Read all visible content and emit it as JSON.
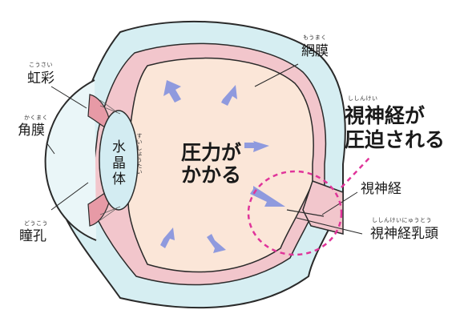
{
  "labels": {
    "iris": "虹彩",
    "iris_ruby": "こうさい",
    "cornea": "角膜",
    "cornea_ruby": "かくまく",
    "pupil": "瞳孔",
    "pupil_ruby": "どうこう",
    "retina": "網膜",
    "retina_ruby": "もうまく",
    "lens_1": "水",
    "lens_2": "晶",
    "lens_3": "体",
    "lens_ruby": "すいしょうたい",
    "optic_nerve": "視神経",
    "optic_disc": "視神経乳頭",
    "optic_disc_ruby": "ししんけいにゅうとう"
  },
  "center_text": {
    "line1": "圧力が",
    "line2": "かかる"
  },
  "callout": {
    "line1": "視神経が",
    "line2": "圧迫される",
    "ruby": "ししんけい"
  },
  "colors": {
    "sclera": "#d6eef2",
    "choroid_band": "#f2c6cc",
    "vitreous": "#fbe6d8",
    "lens": "#d3ecf2",
    "arrow": "#8f9ade",
    "dashed_circle": "#e0349a",
    "outline": "#2a2a2a"
  },
  "icons": {
    "pressure_arrows": "arrow-icon"
  }
}
